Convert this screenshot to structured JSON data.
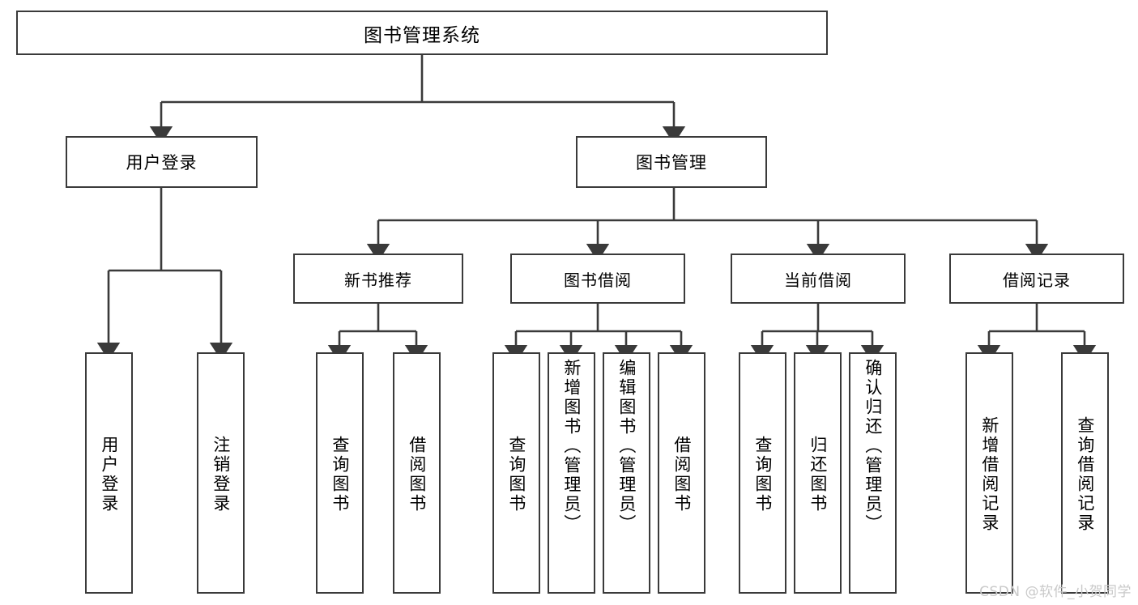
{
  "diagram": {
    "title": "图书管理系统",
    "watermark": "CSDN @软件_小贺同学",
    "type": "tree",
    "root": {
      "label": "图书管理系统",
      "children": [
        {
          "label": "用户登录",
          "children": [
            {
              "label": "用户登录"
            },
            {
              "label": "注销登录"
            }
          ]
        },
        {
          "label": "图书管理",
          "children": [
            {
              "label": "新书推荐",
              "children": [
                {
                  "label": "查询图书"
                },
                {
                  "label": "借阅图书"
                }
              ]
            },
            {
              "label": "图书借阅",
              "children": [
                {
                  "label": "查询图书"
                },
                {
                  "label": "新增图书（管理员）"
                },
                {
                  "label": "编辑图书（管理员）"
                },
                {
                  "label": "借阅图书"
                }
              ]
            },
            {
              "label": "当前借阅",
              "children": [
                {
                  "label": "查询图书"
                },
                {
                  "label": "归还图书"
                },
                {
                  "label": "确认归还（管理员）"
                }
              ]
            },
            {
              "label": "借阅记录",
              "children": [
                {
                  "label": "新增借阅记录"
                },
                {
                  "label": "查询借阅记录"
                }
              ]
            }
          ]
        }
      ]
    },
    "colors": {
      "box_border": "#3a3a3a",
      "box_fill": "#ffffff",
      "edge": "#3a3a3a",
      "text": "#000000",
      "watermark": "#c9c9c9"
    }
  }
}
